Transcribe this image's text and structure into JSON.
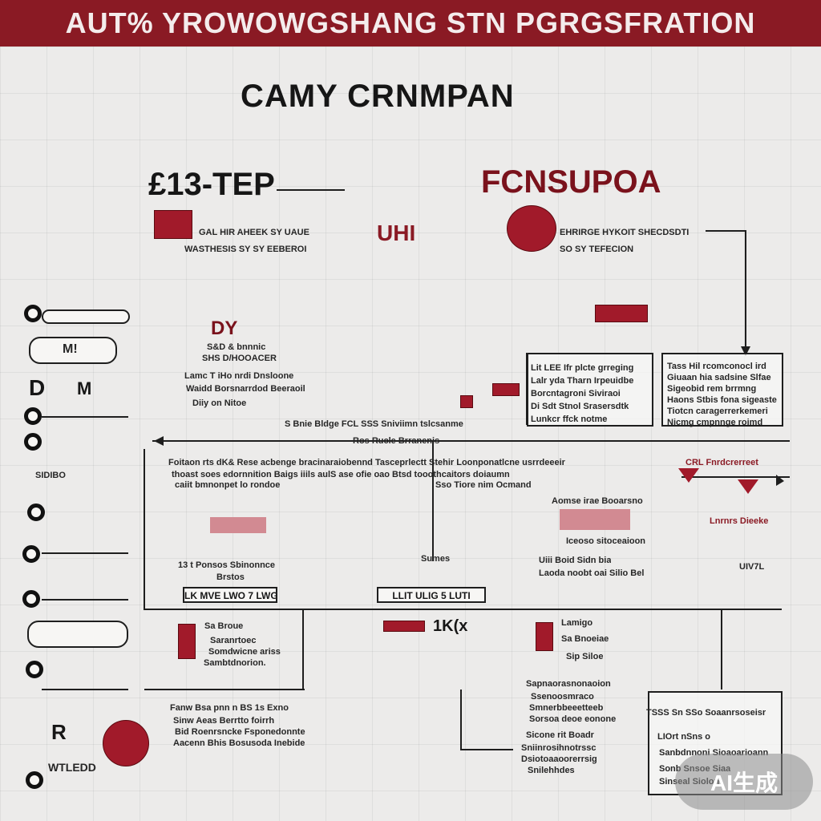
{
  "banner": {
    "title": "AUT% YROWOWGSHANG STN PGRGSFRATION"
  },
  "subtitle": "CAMY CRNMPAN",
  "headings": {
    "step": "£13-TEP",
    "fonsupoa": "FCNSUPOA",
    "uhi": "UHI",
    "dy": "DY"
  },
  "texts": {
    "step_line1": "GAL HIR AHEEK SY UAUE",
    "step_line2": "WASTHESIS SY SY EEBEROI",
    "fons_line1": "EHRIRGE HYKOIT SHECDSDTI",
    "fons_line2": "SO SY TEFECION",
    "dy_line1": "S&D & bnnnic",
    "dy_line2": "SHS D/HOOACER",
    "mid_left1": "Lamc T iHo nrdi Dnsloone",
    "mid_left2": "Waidd Borsnarrdod Beeraoil",
    "mid_left3": "Diiy on Nitoe",
    "box1_l1": "Lit LEE Ifr plcte grreging",
    "box1_l2": "Lalr yda Tharn Irpeuidbe",
    "box1_l3": "Borcntagroni Siviraoi",
    "box1_l4": "Di Sdt Stnol Srasersdtk",
    "box1_l5": "Lunkcr ffck notme",
    "box2_l1": "Tass Hil rcomconocl ird",
    "box2_l2": "Giuaan hia sadsine Slfae",
    "box2_l3": "Sigeobid rem brrmng",
    "box2_l4": "Haons Stbis fona sigeaste",
    "box2_l5": "Tiotcn caragerrerkemeri",
    "box2_l6": "Nicmg cmpnnge roimd",
    "rail1": "S Bnie Bldge FCL SSS Sniviimn tslcsanme",
    "rail2": "Foitaon rts dK& Rese acbenge bracinaraiobennd Tasceprlectt Stehir Loonponatlcne usrrdeeeir",
    "rail3": "thoast soes edornnition Baigs iiils aulS ase ofie oao Btsd tooothcaitors doiaumn",
    "rail4": "caiit bmnonpet lo rondoe",
    "rail5": "Ros Rucle Brranenis",
    "rail6": "Sso Tiore nim Ocmand",
    "cl_label": "CRL Fnrdcrerreet",
    "cl_sub": "Lnrnrs Dieeke",
    "mid_a1": "Aomse irae Booarsno",
    "mid_a2": "Iceoso sitoceaioon",
    "mid_a3": "Uiii Boid Sidn bia",
    "mid_a4": "Laoda noobt oai Silio Bel",
    "mid_b": "13 t Ponsos Sbinonnce",
    "mid_b2": "Brstos",
    "pill_label": "LK MVE LWO 7 LWG",
    "pill_label2": "LLIT ULIG 5 LUTI",
    "sub_label": "Sumes",
    "stamp": "1K(x",
    "low_a1": "Sa Broue",
    "low_a2": "Saranrtoec",
    "low_a3": "Somdwicne ariss",
    "low_a4": "Sambtdnorion.",
    "low_b1": "Lamigo",
    "low_b2": "Sa Bnoeiae",
    "low_b3": "Sip Siloe",
    "low_c1": "Fanw Bsa pnn n BS 1s Exno",
    "low_c2": "Sinw Aeas Berrtto foirrh",
    "low_c3": "Bid Roenrsncke Fsponedonnte",
    "low_c4": "Aacenn Bhis Bosusoda Inebide",
    "low_d1": "Sapnaorasnonaoion",
    "low_d2": "Ssenoosmraco",
    "low_d3": "Smnerbbeeetteeb",
    "low_d4": "Sorsoa deoe eonone",
    "low_d5": "Sicone rit Boadr",
    "low_d6": "Sniinrosihnotrssc",
    "low_d7": "Dsiotoaaoorerrsig",
    "low_d8": "Snilehhdes",
    "low_e1": "TSSS Sn SSo Soaanrsoseisr",
    "low_e2": "LIOrt nSns o",
    "low_e3": "Sanbdnnoni Sioaoarioann",
    "low_e4": "Sonb Snsoe Siaa",
    "low_e5": "Sinseal Siolon",
    "low_f1": "UIV7L",
    "left_1": "M!",
    "left_2": "D",
    "left_3": "M",
    "left_4": "R",
    "left_sm1": "SIDIBO",
    "left_sm2": "WTLEDD"
  },
  "watermark": "AI生成",
  "colors": {
    "banner": "#8a1a24",
    "accent": "#a11a2a",
    "ink": "#1e1e1e",
    "paper": "#ecebea"
  }
}
